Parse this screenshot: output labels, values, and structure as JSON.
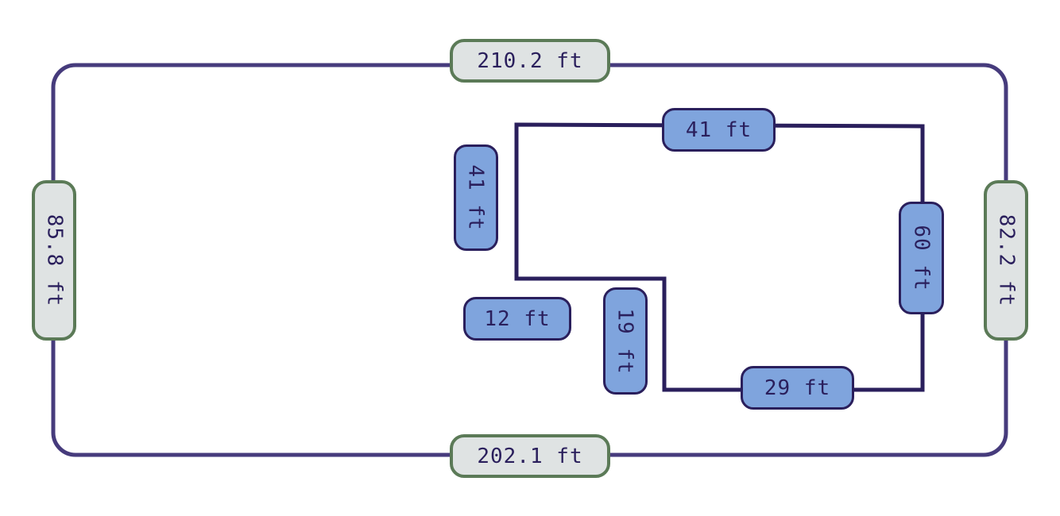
{
  "colors": {
    "outer_line": "#463b7c",
    "outer_tag_fill": "#dfe3e3",
    "outer_tag_border": "#5b7a57",
    "inner_line": "#2a1f5c",
    "inner_tag_fill": "#7fa4dd",
    "inner_tag_border": "#2a1f5c",
    "text": "#2a1f5c"
  },
  "outer_boundary": {
    "top": "210.2 ft",
    "bottom": "202.1 ft",
    "left": "85.8 ft",
    "right": "82.2 ft"
  },
  "building": {
    "top": "41 ft",
    "left": "41 ft",
    "step_horizontal": "12 ft",
    "step_vertical": "19 ft",
    "bottom": "29 ft",
    "right": "60 ft"
  }
}
